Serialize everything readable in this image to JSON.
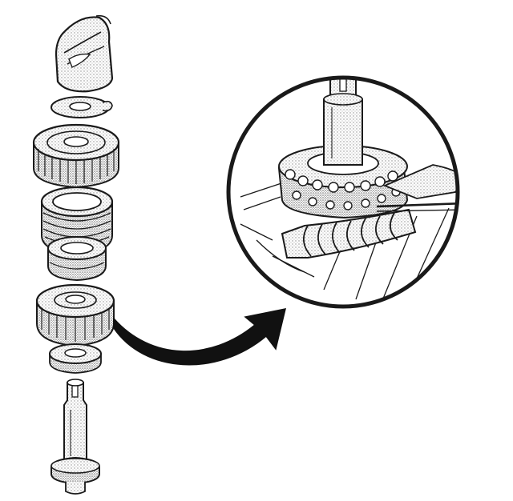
{
  "colors": {
    "background": "#ffffff",
    "ink": "#1a1a1a",
    "stipple": "#8a8a8a",
    "arrow": "#111111"
  },
  "parts": [
    {
      "id": "cam-cap",
      "icon": "cam-cap-icon"
    },
    {
      "id": "small-washer",
      "icon": "washer-icon"
    },
    {
      "id": "upper-spur-gear",
      "icon": "spur-gear-icon"
    },
    {
      "id": "ring-gear",
      "icon": "ring-gear-icon"
    },
    {
      "id": "spacer-ring",
      "icon": "spacer-ring-icon"
    },
    {
      "id": "lower-spur-gear",
      "icon": "spur-gear-icon"
    },
    {
      "id": "lower-washer",
      "icon": "washer-icon"
    },
    {
      "id": "drive-shaft",
      "icon": "shaft-icon"
    }
  ],
  "callout": {
    "icon": "magnified-detail-icon",
    "arrow_icon": "curved-arrow-icon"
  }
}
